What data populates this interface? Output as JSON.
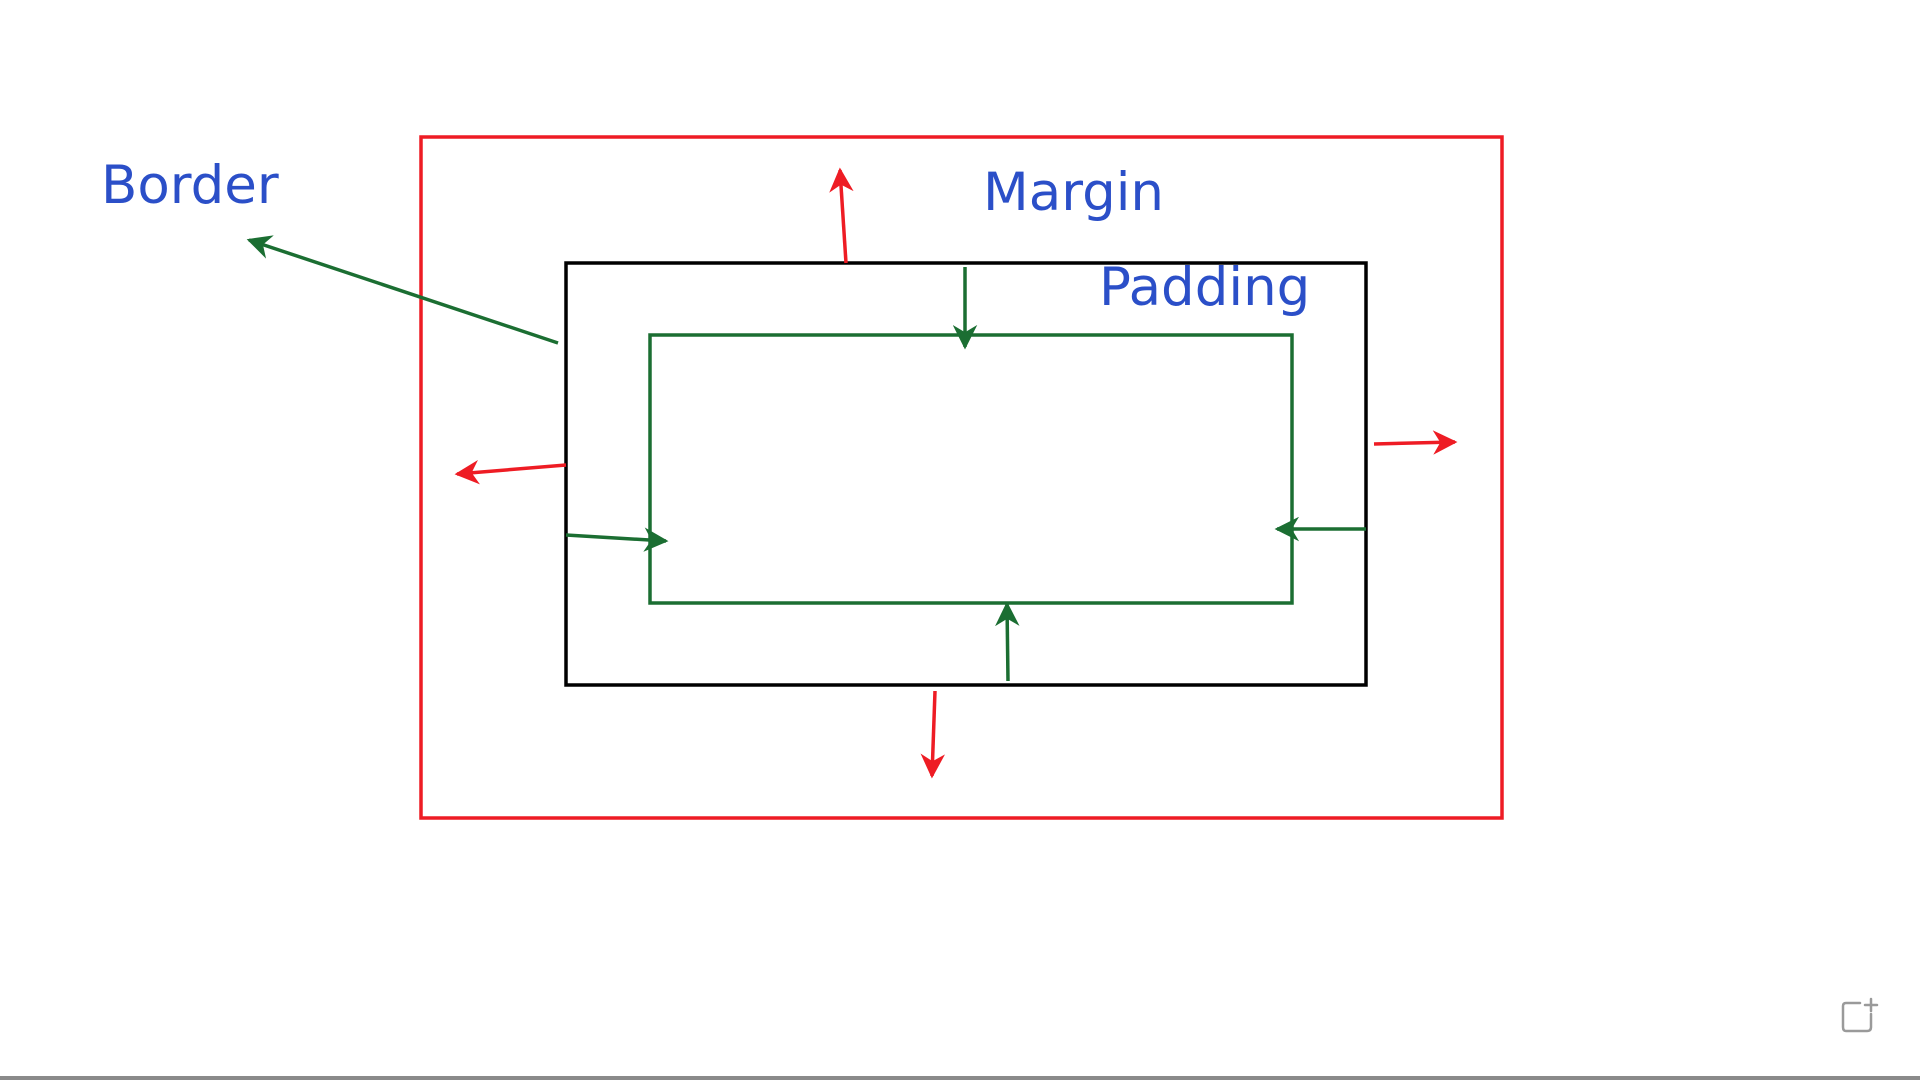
{
  "labels": {
    "border": "Border",
    "margin": "Margin",
    "padding": "Padding"
  },
  "colors": {
    "margin_box": "#ee1c24",
    "border_box": "#000000",
    "padding_box": "#1b6e32",
    "label_text": "#2b4fc8",
    "margin_arrows": "#ee1c24",
    "padding_arrows": "#1b6e32",
    "background": "#ffffff"
  },
  "icons": {
    "corner": "add-note-icon"
  }
}
